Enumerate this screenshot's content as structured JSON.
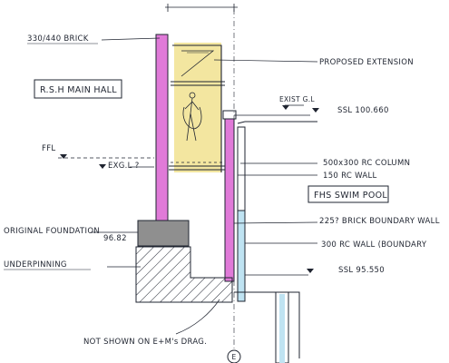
{
  "annotations": {
    "brick_330_440": "330/440 BRICK",
    "proposed_extension": "PROPOSED EXTENSION",
    "rsh_main_hall": "R.S.H MAIN HALL",
    "exist_gl": "EXIST G.L",
    "ssl_100_660": "SSL 100.660",
    "ffl": "FFL",
    "exist_gl_q": "EXG.L ?",
    "rc_column": "500x300 RC COLUMN",
    "rc_wall_150": "150 RC WALL",
    "fhs_swim_pool": "FHS SWIM POOL",
    "original_foundation": "ORIGINAL FOUNDATION",
    "level_9682": "96.82",
    "brick_boundary": "225? BRICK BOUNDARY WALL",
    "underpinning": "UNDERPINNING",
    "rc_wall_300": "300 RC WALL (BOUNDARY",
    "ssl_95_550": "SSL 95.550",
    "not_shown": "NOT SHOWN ON E+M's DRAG.",
    "grid_e": "E"
  },
  "colors": {
    "brick_wall": "#e07ad8",
    "extension": "#f3e6a0",
    "pool_wall": "#bfe3f2",
    "foundation": "#8f8f8f",
    "ink": "#1f2430"
  }
}
